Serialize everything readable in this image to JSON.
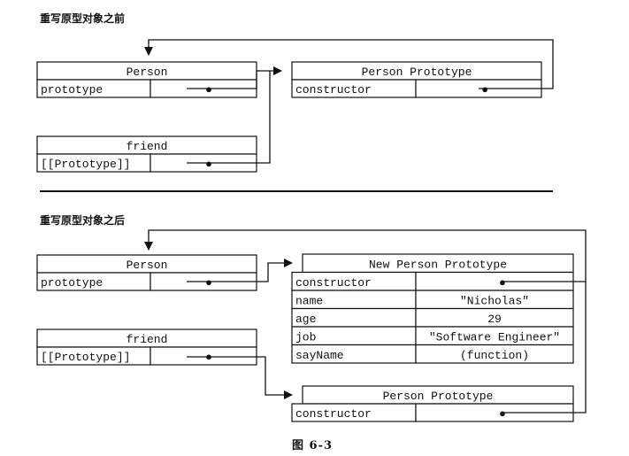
{
  "sections": {
    "before": {
      "heading": "重写原型对象之前"
    },
    "after": {
      "heading": "重写原型对象之后"
    }
  },
  "boxes": {
    "before_person": {
      "title": "Person",
      "rows": [
        {
          "key": "prototype",
          "value": "●"
        }
      ]
    },
    "before_friend": {
      "title": "friend",
      "rows": [
        {
          "key": "[[Prototype]]",
          "value": "●"
        }
      ]
    },
    "before_proto": {
      "title": "Person Prototype",
      "rows": [
        {
          "key": "constructor",
          "value": "●"
        }
      ]
    },
    "after_person": {
      "title": "Person",
      "rows": [
        {
          "key": "prototype",
          "value": "●"
        }
      ]
    },
    "after_friend": {
      "title": "friend",
      "rows": [
        {
          "key": "[[Prototype]]",
          "value": "●"
        }
      ]
    },
    "after_new_proto": {
      "title": "New Person Prototype",
      "rows": [
        {
          "key": "constructor",
          "value": "●"
        },
        {
          "key": "name",
          "value": "\"Nicholas\""
        },
        {
          "key": "age",
          "value": "29"
        },
        {
          "key": "job",
          "value": "\"Software Engineer\""
        },
        {
          "key": "sayName",
          "value": "(function)"
        }
      ]
    },
    "after_old_proto": {
      "title": "Person Prototype",
      "rows": [
        {
          "key": "constructor",
          "value": "●"
        }
      ]
    }
  },
  "figure_caption": "图  6-3"
}
